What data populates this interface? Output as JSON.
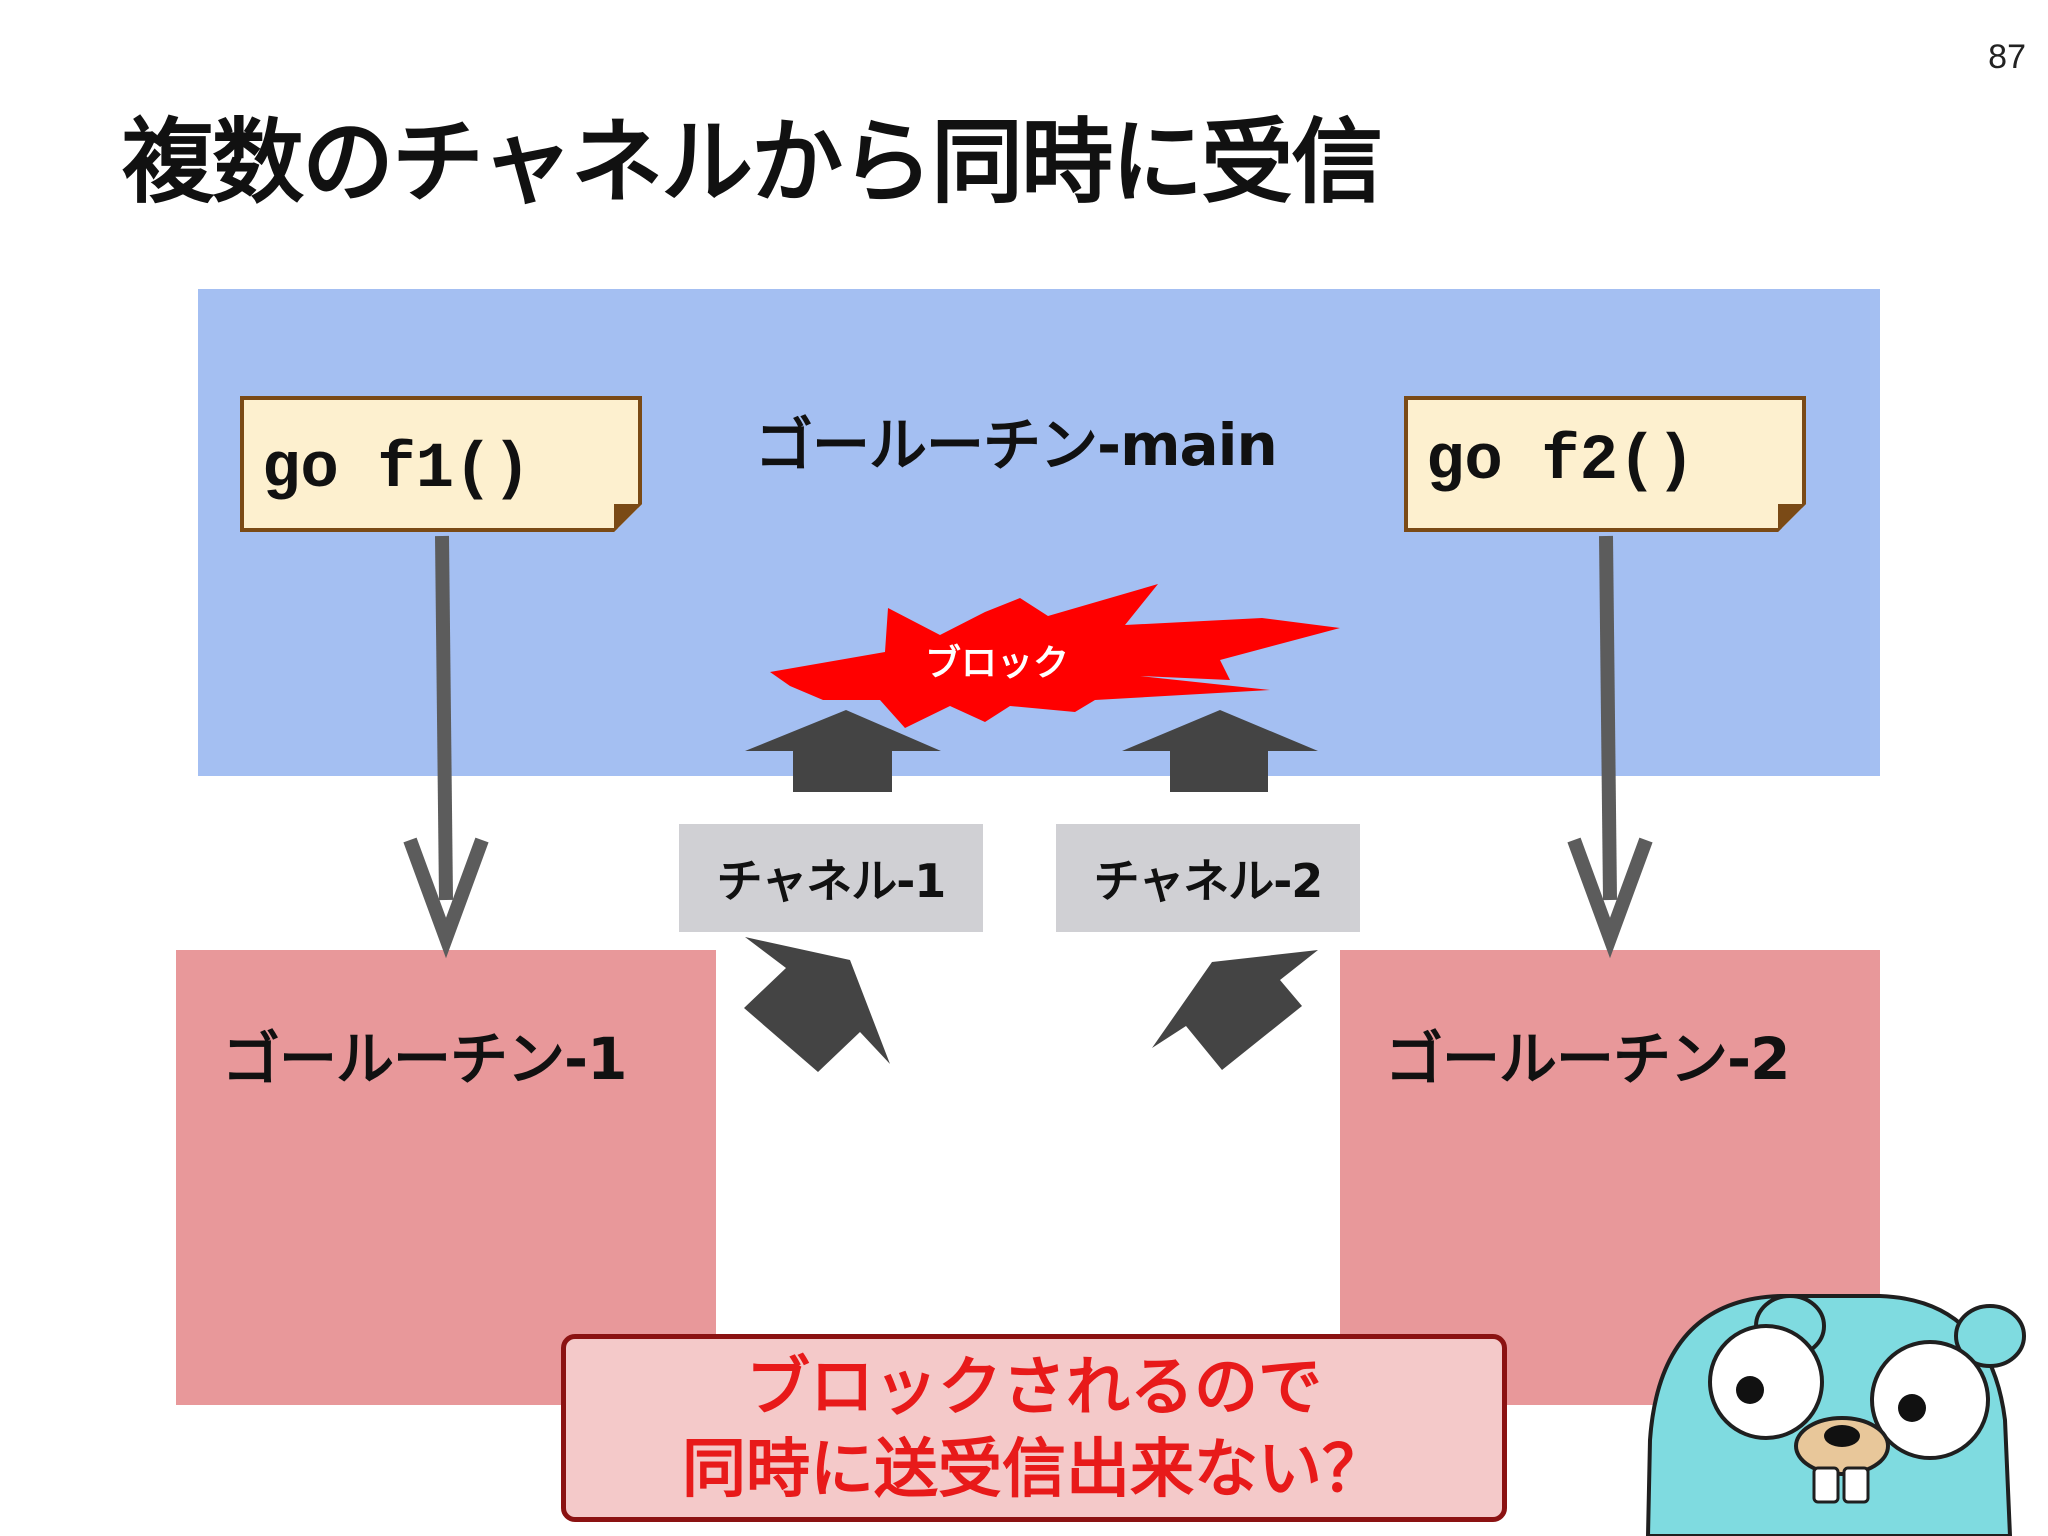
{
  "page_number": "87",
  "title": "複数のチャネルから同時に受信",
  "main_goroutine": {
    "label": "ゴールーチン-main"
  },
  "goroutine1": {
    "label": "ゴールーチン-1"
  },
  "goroutine2": {
    "label": "ゴールーチン-2"
  },
  "note1": {
    "code": "go f1()"
  },
  "note2": {
    "code": "go f2()"
  },
  "channel1": {
    "label": "チャネル-1"
  },
  "channel2": {
    "label": "チャネル-2"
  },
  "block_burst": {
    "label": "ブロック"
  },
  "callout": {
    "line1": "ブロックされるので",
    "line2": "同時に送受信出来ない？"
  },
  "colors": {
    "main_box": "#a4bff2",
    "goroutine_box": "#e8989a",
    "channel_box": "#d0d0d4",
    "note_bg": "#fdf0cf",
    "note_border": "#7a4a16",
    "arrow": "#444444",
    "burst": "#ff0000",
    "callout_text": "#e81a1a",
    "callout_border": "#8b1212",
    "callout_bg": "#f4c9c9",
    "gopher": "#7fdbe0"
  }
}
